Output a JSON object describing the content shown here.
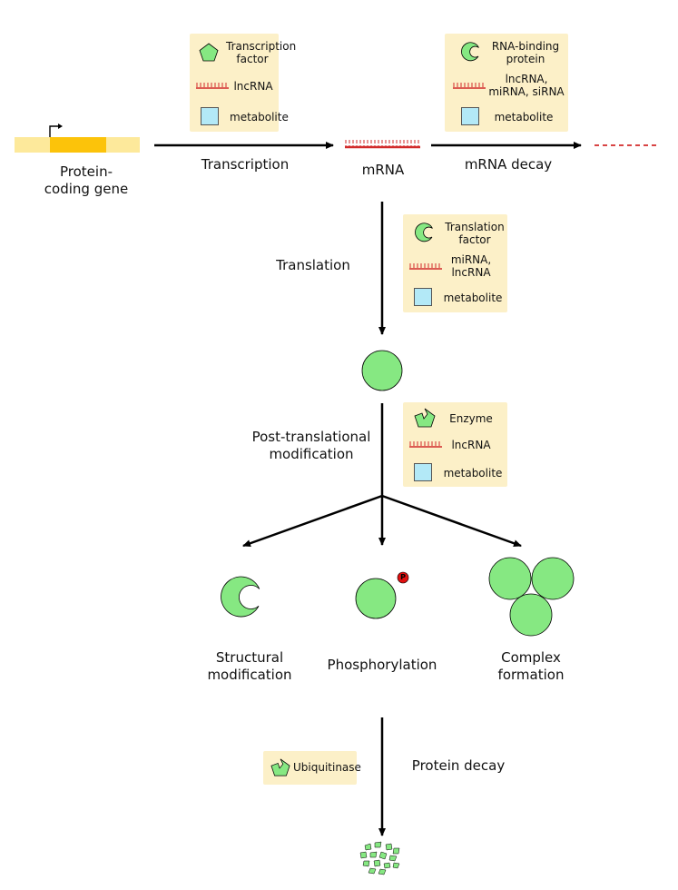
{
  "labels": {
    "gene": [
      "Protein-",
      "coding gene"
    ],
    "transcription": "Transcription",
    "mrna": "mRNA",
    "mrna_decay": "mRNA decay",
    "translation": "Translation",
    "ptm": [
      "Post-translational",
      "modification"
    ],
    "structural": [
      "Structural",
      "modification"
    ],
    "phosphorylation": "Phosphorylation",
    "complex": [
      "Complex",
      "formation"
    ],
    "protein_decay": "Protein decay",
    "phospho_mark": "P"
  },
  "boxes": {
    "transcription": [
      "Transcription",
      "factor",
      "lncRNA",
      "metabolite"
    ],
    "decay": [
      "RNA-binding",
      "protein",
      "lncRNA,",
      "miRNA, siRNA",
      "metabolite"
    ],
    "translation": [
      "Translation",
      "factor",
      "miRNA,",
      "lncRNA",
      "metabolite"
    ],
    "ptm": [
      "Enzyme",
      "lncRNA",
      "metabolite"
    ],
    "ubiquitinase": "Ubiquitinase"
  },
  "colors": {
    "protein_fill": "#86e882",
    "rna": "#d22a2a",
    "gene_light": "#fde99b",
    "gene_dark": "#fcc30a",
    "box_bg": "#fcf0c8",
    "metabolite": "#b3e9f7",
    "phospho": "#e01010"
  }
}
